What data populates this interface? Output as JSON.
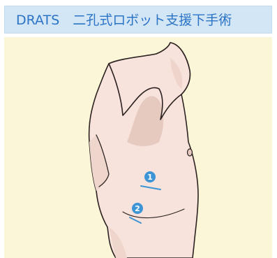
{
  "header": {
    "title": "DRATS　二孔式ロボット支援下手術"
  },
  "ports": [
    {
      "number": "1"
    },
    {
      "number": "2"
    }
  ],
  "colors": {
    "header_bg": "#d3e6f6",
    "header_text": "#2b74c6",
    "panel_bg": "#fbf6d8",
    "skin": "#f8e3dc",
    "skin_shadow": "#e6c9bf",
    "outline": "#2b2220",
    "port_marker": "#3e95d6"
  }
}
